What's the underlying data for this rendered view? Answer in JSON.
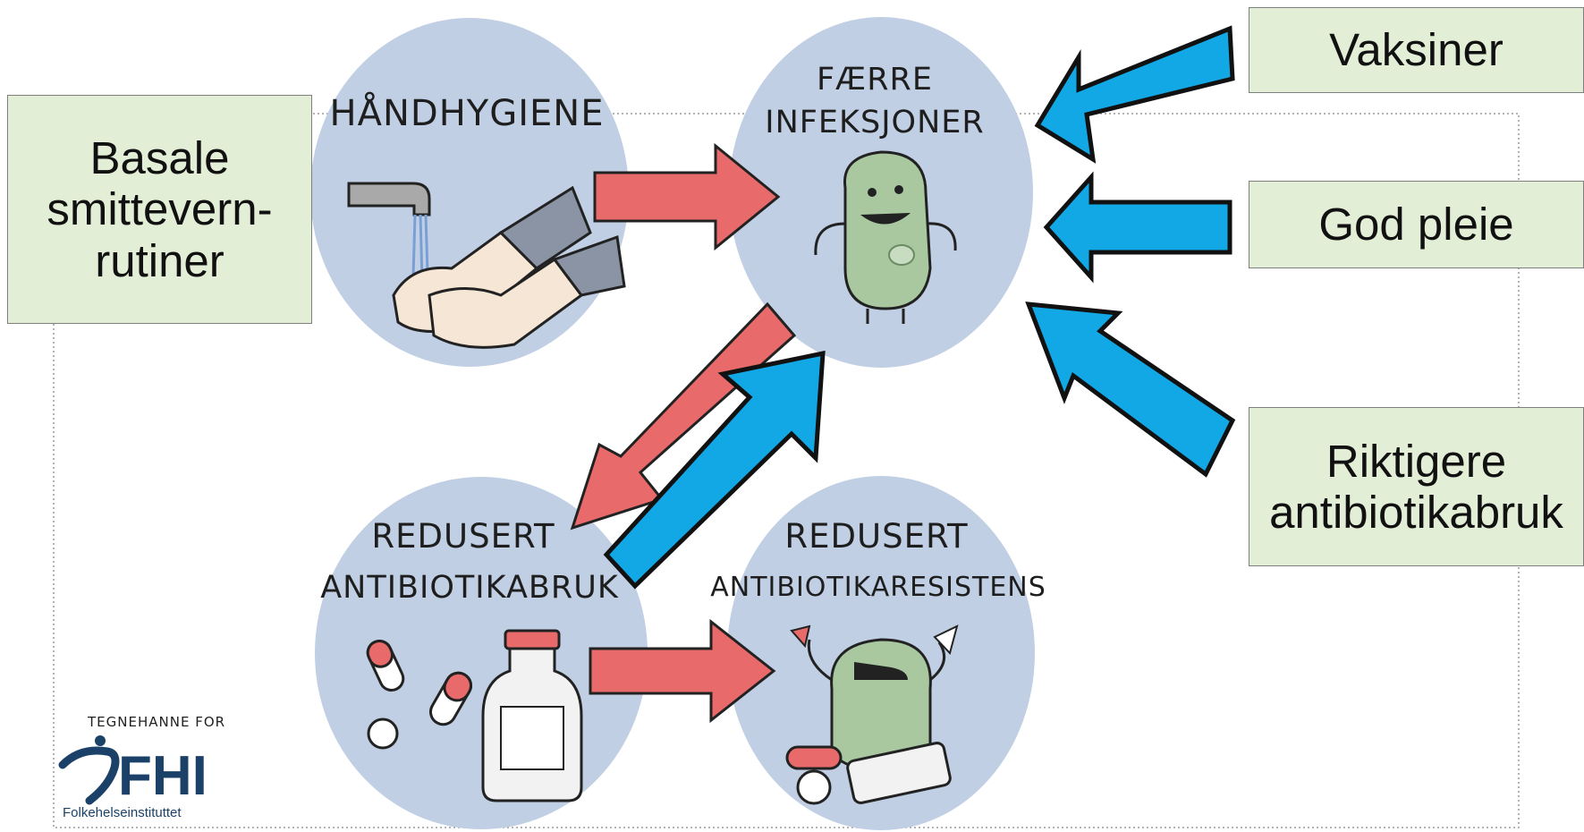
{
  "labels": {
    "basale": [
      "Basale",
      "smittevern-",
      "rutiner"
    ],
    "vaksiner": "Vaksiner",
    "god_pleie": "God pleie",
    "riktigere": [
      "Riktigere",
      "antibiotikabruk"
    ]
  },
  "circles": {
    "handhygiene": "HÅNDHYGIENE",
    "faerre": [
      "FÆRRE",
      "INFEKSJONER"
    ],
    "redusert_bruk": [
      "REDUSERT",
      "ANTIBIOTIKABRUK"
    ],
    "redusert_resistens": [
      "REDUSERT",
      "ANTIBIOTIKARESISTENS"
    ]
  },
  "logo": {
    "caption": "TEGNEHANNE FOR",
    "name": "FHI",
    "org": "Folkehelseinstituttet"
  },
  "colors": {
    "circle": "#c0cfe3",
    "red_arrow": "#e86a6a",
    "blue_arrow": "#12a8e6",
    "label_box": "#e2eed6",
    "germ": "#a9c8a0"
  }
}
